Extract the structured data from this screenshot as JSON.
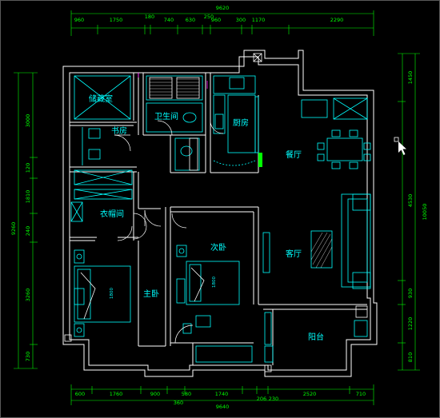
{
  "colors": {
    "background": "#000000",
    "wall": "#ffffff",
    "dimension": "#00ff00",
    "fixture": "#00ffff",
    "door": "#ffffff",
    "accent": "#ff00ff"
  },
  "dimensions": {
    "top_total": "9620",
    "top_segments": [
      "960",
      "1750",
      "180",
      "740",
      "630",
      "250",
      "960",
      "300",
      "1170",
      "2290"
    ],
    "bottom_total": "9640",
    "bottom_segments": [
      "600",
      "1760",
      "900",
      "580",
      "1740",
      "206",
      "230",
      "2520",
      "710"
    ],
    "bottom_extra": "360",
    "left_total": "9260",
    "left_segments": [
      "3000",
      "120",
      "1810",
      "240",
      "3260",
      "730"
    ],
    "right_total": "10050",
    "right_segments": [
      "1450",
      "4530",
      "930",
      "1220",
      "810"
    ]
  },
  "rooms": [
    {
      "name": "储藏室"
    },
    {
      "name": "书房"
    },
    {
      "name": "卫生间"
    },
    {
      "name": "厨房"
    },
    {
      "name": "餐厅"
    },
    {
      "name": "衣帽间"
    },
    {
      "name": "次卧"
    },
    {
      "name": "客厅"
    },
    {
      "name": "主卧"
    },
    {
      "name": "阳台"
    }
  ],
  "furniture_labels": {
    "master_bed_size": "1800",
    "second_bed_size": "1800"
  }
}
